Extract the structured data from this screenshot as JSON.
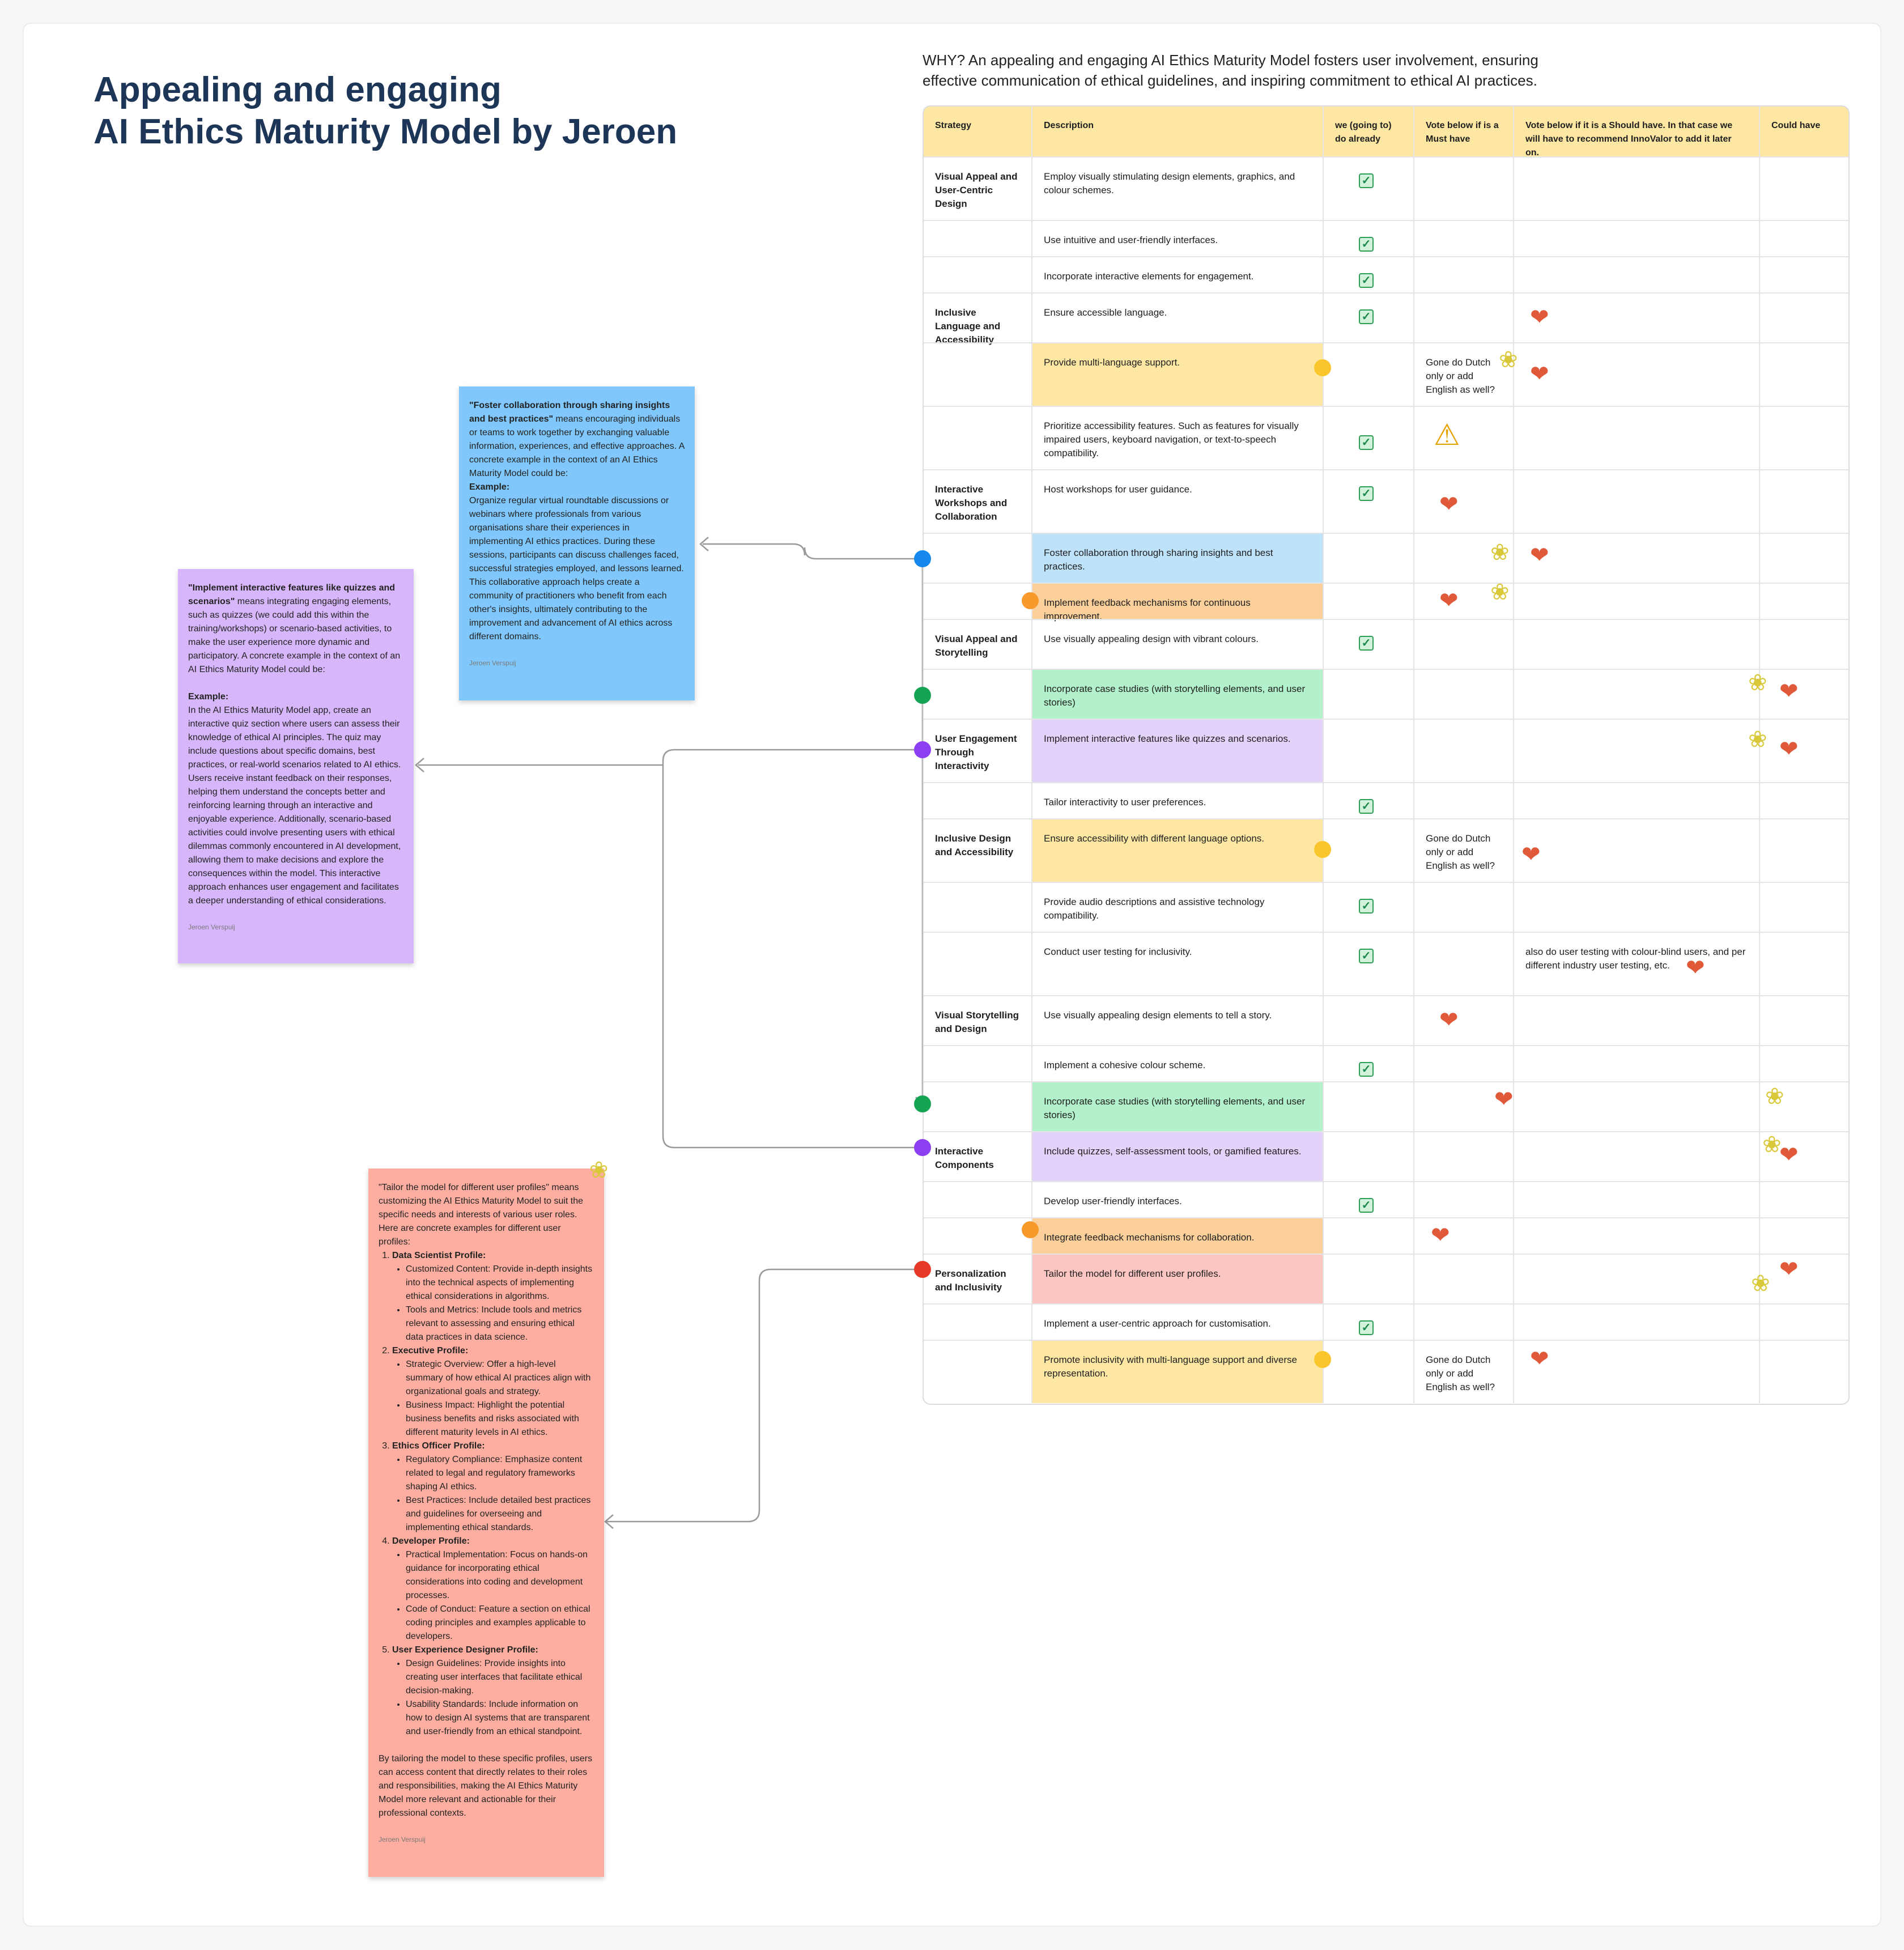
{
  "title": {
    "line1": "Appealing and engaging",
    "line2": "AI Ethics Maturity Model by Jeroen"
  },
  "why": "WHY? An appealing and engaging AI Ethics Maturity Model fosters user involvement, ensuring effective communication of ethical guidelines, and inspiring commitment to ethical AI practices.",
  "table": {
    "headers": {
      "strategy": "Strategy",
      "description": "Description",
      "already": "we (going to) do already",
      "must": "Vote below if is a Must have",
      "should": "Vote below if it is a Should have. In that case we will have to recommend InnoValor to add it later on.",
      "could": "Could have"
    },
    "rows": [
      {
        "strategy": "Visual Appeal and User-Centric Design",
        "description": "Employ visually stimulating design elements, graphics, and colour schemes.",
        "check": true
      },
      {
        "strategy": "",
        "description": "Use intuitive and user-friendly interfaces.",
        "check": true
      },
      {
        "strategy": "",
        "description": "Incorporate interactive elements for engagement.",
        "check": true
      },
      {
        "strategy": "Inclusive Language and Accessibility",
        "description": "Ensure accessible language.",
        "check": true
      },
      {
        "strategy": "",
        "description": "Provide multi-language support.",
        "check": false,
        "must_note": "Gone do Dutch only or add English as well?"
      },
      {
        "strategy": "",
        "description": "Prioritize accessibility features. Such as features for visually impaired users, keyboard navigation, or text-to-speech compatibility.",
        "check": true
      },
      {
        "strategy": "Interactive Workshops and Collaboration",
        "description": "Host workshops for user guidance.",
        "check": true
      },
      {
        "strategy": "",
        "description": "Foster collaboration through sharing insights and best practices.",
        "check": false
      },
      {
        "strategy": "",
        "description": "Implement feedback mechanisms for continuous improvement.",
        "check": false
      },
      {
        "strategy": "Visual Appeal and Storytelling",
        "description": "Use visually appealing design with vibrant colours.",
        "check": true
      },
      {
        "strategy": "",
        "description": "Incorporate case studies (with storytelling elements, and user stories)",
        "check": false
      },
      {
        "strategy": "User Engagement Through Interactivity",
        "description": "Implement interactive features like quizzes and scenarios.",
        "check": false
      },
      {
        "strategy": "",
        "description": "Tailor interactivity to user preferences.",
        "check": true
      },
      {
        "strategy": "Inclusive Design and Accessibility",
        "description": "Ensure accessibility with different language options.",
        "check": false,
        "must_note": "Gone do Dutch only or add English as well?"
      },
      {
        "strategy": "",
        "description": "Provide audio descriptions and assistive technology compatibility.",
        "check": true
      },
      {
        "strategy": "",
        "description": "Conduct user testing for inclusivity.",
        "check": true,
        "should_note": "also do user testing with colour-blind users, and per different industry user testing, etc."
      },
      {
        "strategy": "Visual Storytelling and Design",
        "description": "Use visually appealing design elements to tell a story.",
        "check": false
      },
      {
        "strategy": "",
        "description": "Implement a cohesive colour scheme.",
        "check": true
      },
      {
        "strategy": "",
        "description": "Incorporate case studies (with storytelling elements, and user stories)",
        "check": false
      },
      {
        "strategy": "Interactive Components",
        "description": "Include quizzes, self-assessment tools, or gamified features.",
        "check": false
      },
      {
        "strategy": "",
        "description": "Develop user-friendly interfaces.",
        "check": true
      },
      {
        "strategy": "",
        "description": "Integrate feedback mechanisms for collaboration.",
        "check": false
      },
      {
        "strategy": "Personalization and Inclusivity",
        "description": "Tailor the model for different user profiles.",
        "check": false
      },
      {
        "strategy": "",
        "description": "Implement a user-centric approach for customisation.",
        "check": true
      },
      {
        "strategy": "",
        "description": "Promote inclusivity with multi-language support and diverse representation.",
        "check": false,
        "must_note": "Gone do Dutch only or add English as well?"
      }
    ]
  },
  "stickies": {
    "blue": {
      "lead": "\"Foster collaboration through sharing insights and best practices\"",
      "body": " means encouraging individuals or teams to work together by exchanging valuable information, experiences, and effective approaches. A concrete example in the context of an AI Ethics Maturity Model could be:",
      "example_label": "Example:",
      "example": "Organize regular virtual roundtable discussions or webinars where professionals from various organisations share their experiences in implementing AI ethics practices. During these sessions, participants can discuss challenges faced, successful strategies employed, and lessons learned. This collaborative approach helps create a community of practitioners who benefit from each other's insights, ultimately contributing to the improvement and advancement of AI ethics across different domains.",
      "author": "Jeroen Verspuij"
    },
    "purple": {
      "lead": "\"Implement interactive features like quizzes and scenarios\"",
      "body": " means integrating engaging elements, such as quizzes (we could add this within the training/workshops) or scenario-based activities, to make the user experience more dynamic and participatory. A concrete example in the context of an AI Ethics Maturity Model could be:",
      "example_label": "Example:",
      "example": "In the AI Ethics Maturity Model app, create an interactive quiz section where users can assess their knowledge of ethical AI principles. The quiz may include questions about specific domains, best practices, or real-world scenarios related to AI ethics. Users receive instant feedback on their responses, helping them understand the concepts better and reinforcing learning through an interactive and enjoyable experience. Additionally, scenario-based activities could involve presenting users with ethical dilemmas commonly encountered in AI development, allowing them to make decisions and explore the consequences within the model. This interactive approach enhances user engagement and facilitates a deeper understanding of ethical considerations.",
      "author": "Jeroen Verspuij"
    },
    "red": {
      "intro": "\"Tailor the model for different user profiles\" means customizing the AI Ethics Maturity Model to suit the specific needs and interests of various user roles. Here are concrete examples for different user profiles:",
      "profiles": [
        {
          "name": "Data Scientist Profile:",
          "items": [
            "Customized Content: Provide in-depth insights into the technical aspects of implementing ethical considerations in algorithms.",
            "Tools and Metrics: Include tools and metrics relevant to assessing and ensuring ethical data practices in data science."
          ]
        },
        {
          "name": "Executive Profile:",
          "items": [
            "Strategic Overview: Offer a high-level summary of how ethical AI practices align with organizational goals and strategy.",
            "Business Impact: Highlight the potential business benefits and risks associated with different maturity levels in AI ethics."
          ]
        },
        {
          "name": "Ethics Officer Profile:",
          "items": [
            "Regulatory Compliance: Emphasize content related to legal and regulatory frameworks shaping AI ethics.",
            "Best Practices: Include detailed best practices and guidelines for overseeing and implementing ethical standards."
          ]
        },
        {
          "name": "Developer Profile:",
          "items": [
            "Practical Implementation: Focus on hands-on guidance for incorporating ethical considerations into coding and development processes.",
            "Code of Conduct: Feature a section on ethical coding principles and examples applicable to developers."
          ]
        },
        {
          "name": "User Experience Designer Profile:",
          "items": [
            "Design Guidelines: Provide insights into creating user interfaces that facilitate ethical decision-making.",
            "Usability Standards: Include information on how to design AI systems that are transparent and user-friendly from an ethical standpoint."
          ]
        }
      ],
      "outro": "By tailoring the model to these specific profiles, users can access content that directly relates to their roles and responsibilities, making the AI Ethics Maturity Model more relevant and actionable for their professional contexts.",
      "author": "Jeroen Verspuij"
    }
  },
  "colors": {
    "yellow": "#fde7a3",
    "blue": "#bfe2fb",
    "orange": "#fcd09a",
    "green": "#b2f1cb",
    "purple": "#e3d3fb",
    "red": "#fdc6c3",
    "sticky_blue": "#80c7fb",
    "sticky_purple": "#d7b6fb",
    "sticky_red": "#feaea0",
    "dot_blue": "#1589ee",
    "dot_green": "#16a353",
    "dot_purple": "#8b3ff1",
    "dot_orange": "#f7992b",
    "dot_red": "#e73a26",
    "dot_yellow": "#fbc52d"
  },
  "icons": [
    "heart-hands-icon",
    "cherries-icon",
    "warning-icon",
    "checkbox-icon"
  ]
}
